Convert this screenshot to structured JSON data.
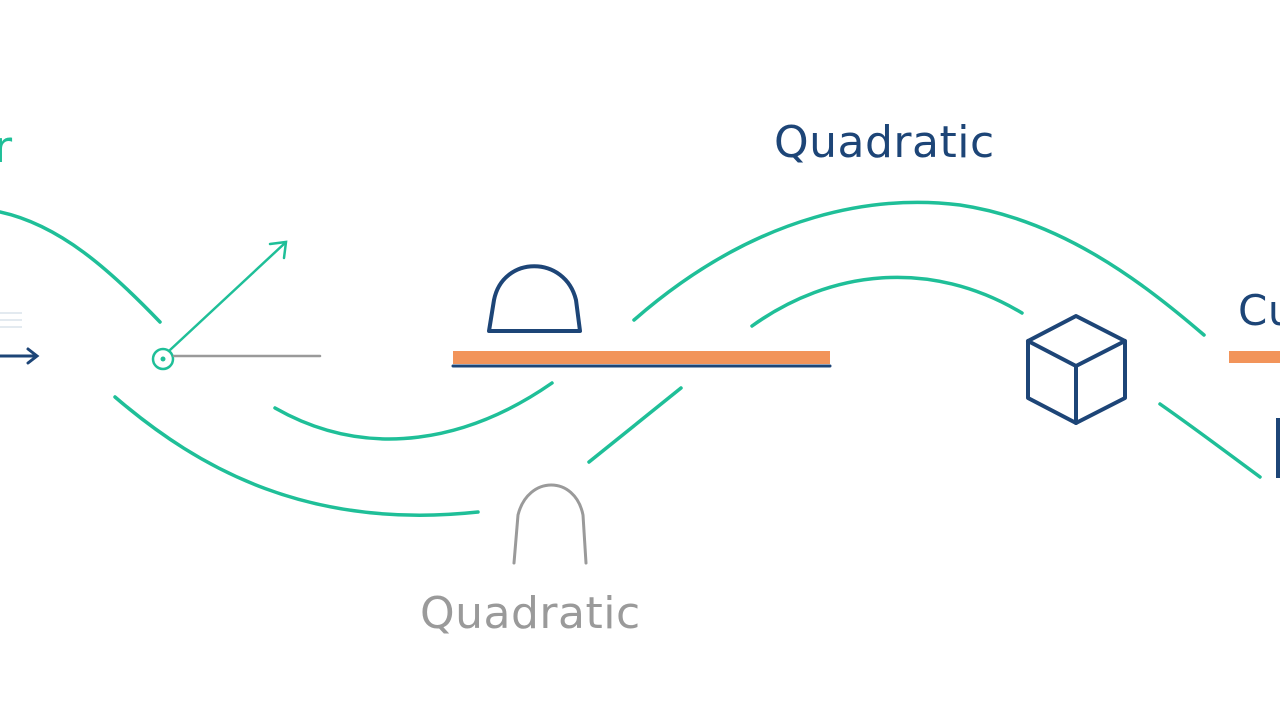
{
  "labels": {
    "left_partial": "r",
    "top": "Quadratic",
    "right_partial": "Cu",
    "bottom": "Quadratic"
  },
  "icons": {
    "arrow": "arrow-right-icon",
    "origin": "origin-dot-icon",
    "vector": "diagonal-arrow-icon",
    "arch_dark": "arch-icon",
    "arch_gray": "arch-outline-icon",
    "cube": "cube-icon"
  },
  "colors": {
    "teal": "#1fbf98",
    "navy": "#1d4577",
    "orange": "#f2945a",
    "gray": "#9a9a9a",
    "background": "#ffffff"
  }
}
